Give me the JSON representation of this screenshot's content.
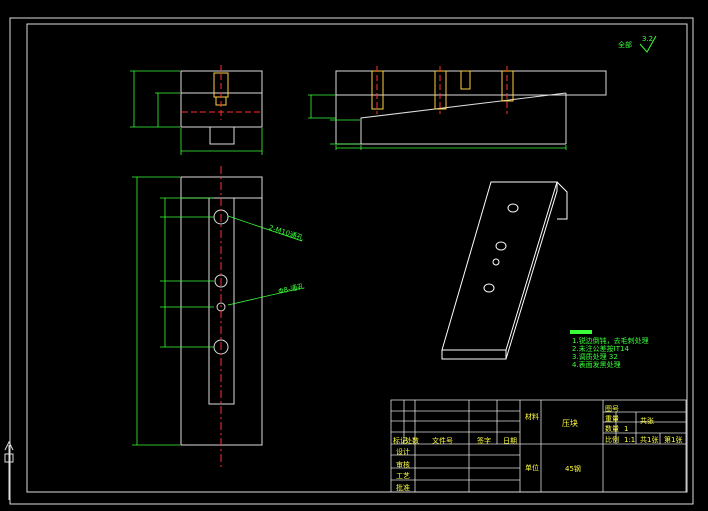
{
  "sheet": {
    "roughness_label": "全部",
    "roughness_value": "3.2",
    "callouts": [
      "2-M10通孔",
      "Φ8-通孔"
    ],
    "tech_requirements": [
      "1.锐边倒钝，去毛刺处理",
      "2.未注公差按IT14",
      "3.调质处理 32",
      "4.表面发黑处理"
    ]
  },
  "title_block": {
    "headers": [
      "标记",
      "处数",
      "文件号",
      "签字",
      "日期"
    ],
    "rows": [
      "设计",
      "审核",
      "工艺",
      "批准"
    ],
    "material_label": "材料",
    "unit_label": "单位",
    "part_name": "压块",
    "material": "45钢",
    "drawing_no_label": "图号",
    "right_rows": [
      "重量",
      "数量",
      "比例"
    ],
    "quantity": "1",
    "scale": "1:1",
    "sheet_label": "共张",
    "sheet_count": "共1张",
    "sheet_no": "第1张"
  }
}
